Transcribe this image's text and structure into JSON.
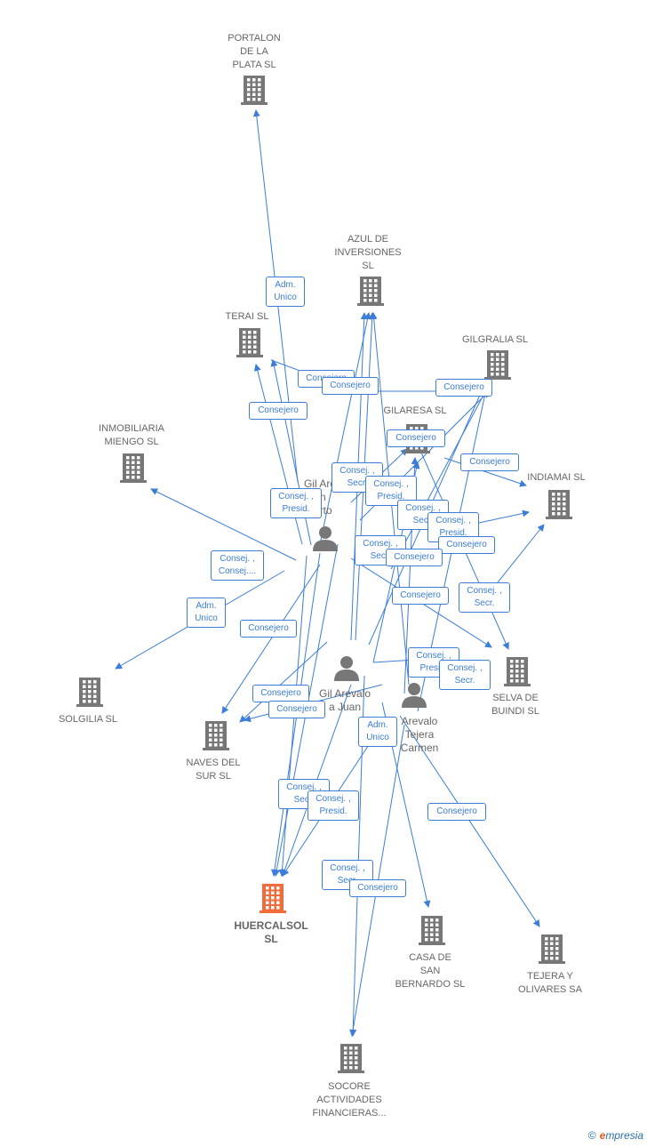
{
  "colors": {
    "edge": "#3b7dd8",
    "building": "#777777",
    "focus_building": "#f26b3a",
    "person": "#777777"
  },
  "nodes": {
    "portalon": {
      "label": "PORTALON DE LA PLATA SL",
      "lines": [
        "PORTALON",
        "DE LA",
        "PLATA SL"
      ],
      "kind": "company"
    },
    "azul": {
      "label": "AZUL DE INVERSIONES SL",
      "lines": [
        "AZUL DE",
        "INVERSIONES",
        "SL"
      ],
      "kind": "company"
    },
    "terai": {
      "label": "TERAI SL",
      "lines": [
        "TERAI SL"
      ],
      "kind": "company"
    },
    "gilgralia": {
      "label": "GILGRALIA SL",
      "lines": [
        "GILGRALIA SL"
      ],
      "kind": "company"
    },
    "gilaresa": {
      "label": "GILARESA SL",
      "lines": [
        "GILARESA  SL"
      ],
      "kind": "company"
    },
    "inmobiliaria": {
      "label": "INMOBILIARIA MIENGO SL",
      "lines": [
        "INMOBILIARIA",
        "MIENGO  SL"
      ],
      "kind": "company"
    },
    "indiamai": {
      "label": "INDIAMAI SL",
      "lines": [
        "INDIAMAI SL"
      ],
      "kind": "company"
    },
    "solgilia": {
      "label": "SOLGILIA SL",
      "lines": [
        "SOLGILIA SL"
      ],
      "kind": "company"
    },
    "naves": {
      "label": "NAVES DEL SUR SL",
      "lines": [
        "NAVES DEL",
        "SUR  SL"
      ],
      "kind": "company"
    },
    "selva": {
      "label": "SELVA DE BUINDI SL",
      "lines": [
        "SELVA DE",
        "BUINDI SL"
      ],
      "kind": "company"
    },
    "huercal": {
      "label": "HUERCALSOL SL",
      "lines": [
        "HUERCALSOL",
        "SL"
      ],
      "kind": "focus"
    },
    "casa": {
      "label": "CASA DE SAN BERNARDO SL",
      "lines": [
        "CASA DE",
        "SAN",
        "BERNARDO  SL"
      ],
      "kind": "company"
    },
    "tejera": {
      "label": "TEJERA Y OLIVARES SA",
      "lines": [
        "TEJERA Y",
        "OLIVARES SA"
      ],
      "kind": "company"
    },
    "socore": {
      "label": "SOCORE ACTIVIDADES FINANCIERAS...",
      "lines": [
        "SOCORE",
        "ACTIVIDADES",
        "FINANCIERAS..."
      ],
      "kind": "company"
    },
    "p_alberto": {
      "label": "Gil Arevalo Juan Alberto",
      "lines": [
        "Gil Are",
        "an",
        "berto"
      ],
      "kind": "person"
    },
    "p_juan": {
      "label": "Gil Arevalo Juan",
      "lines": [
        "Gil Arevalo",
        "a Juan"
      ],
      "kind": "person"
    },
    "p_carmen": {
      "label": "Arevalo Tejera Carmen",
      "lines": [
        "Arevalo",
        "Tejera",
        "Carmen"
      ],
      "kind": "person"
    }
  },
  "edge_labels": [
    {
      "id": "e1",
      "lines": [
        "Adm.",
        "Unico"
      ]
    },
    {
      "id": "e2",
      "lines": [
        "Consejero"
      ]
    },
    {
      "id": "e3",
      "lines": [
        "Consejero"
      ]
    },
    {
      "id": "e4",
      "lines": [
        "Consejero"
      ]
    },
    {
      "id": "e5",
      "lines": [
        "Consejero"
      ]
    },
    {
      "id": "e6",
      "lines": [
        "Consejero"
      ]
    },
    {
      "id": "e7",
      "lines": [
        "Consej. ,",
        "Secr."
      ]
    },
    {
      "id": "e8",
      "lines": [
        "Consej. ,",
        "Presid."
      ]
    },
    {
      "id": "e9",
      "lines": [
        "Consej. ,",
        "Presid."
      ]
    },
    {
      "id": "e10",
      "lines": [
        "Consejero"
      ]
    },
    {
      "id": "e11",
      "lines": [
        "Consej. ,",
        "Secr."
      ]
    },
    {
      "id": "e12",
      "lines": [
        "Consej. ,",
        "Presid."
      ]
    },
    {
      "id": "e13",
      "lines": [
        "Consejero"
      ]
    },
    {
      "id": "e14",
      "lines": [
        "Consej. ,",
        "Secr."
      ]
    },
    {
      "id": "e15",
      "lines": [
        "Consejero"
      ]
    },
    {
      "id": "e16",
      "lines": [
        "Consej. ,",
        "Consej...."
      ]
    },
    {
      "id": "e17",
      "lines": [
        "Consejero"
      ]
    },
    {
      "id": "e18",
      "lines": [
        "Consej. ,",
        "Secr."
      ]
    },
    {
      "id": "e19",
      "lines": [
        "Adm.",
        "Unico"
      ]
    },
    {
      "id": "e20",
      "lines": [
        "Consejero"
      ]
    },
    {
      "id": "e21",
      "lines": [
        "Consej. ,",
        "Presid."
      ]
    },
    {
      "id": "e22",
      "lines": [
        "Consej. ,",
        "Secr."
      ]
    },
    {
      "id": "e23",
      "lines": [
        "Consejero"
      ]
    },
    {
      "id": "e24",
      "lines": [
        "Consejero"
      ]
    },
    {
      "id": "e25",
      "lines": [
        "Adm.",
        "Unico"
      ]
    },
    {
      "id": "e26",
      "lines": [
        "Consej. ,",
        "Secr."
      ]
    },
    {
      "id": "e27",
      "lines": [
        "Consej. ,",
        "Presid."
      ]
    },
    {
      "id": "e28",
      "lines": [
        "Consejero"
      ]
    },
    {
      "id": "e29",
      "lines": [
        "Consej. ,",
        "Secr."
      ]
    },
    {
      "id": "e30",
      "lines": [
        "Consejero"
      ]
    }
  ],
  "footer": {
    "copyright": "©",
    "brand_e": "e",
    "brand_rest": "mpresia"
  }
}
